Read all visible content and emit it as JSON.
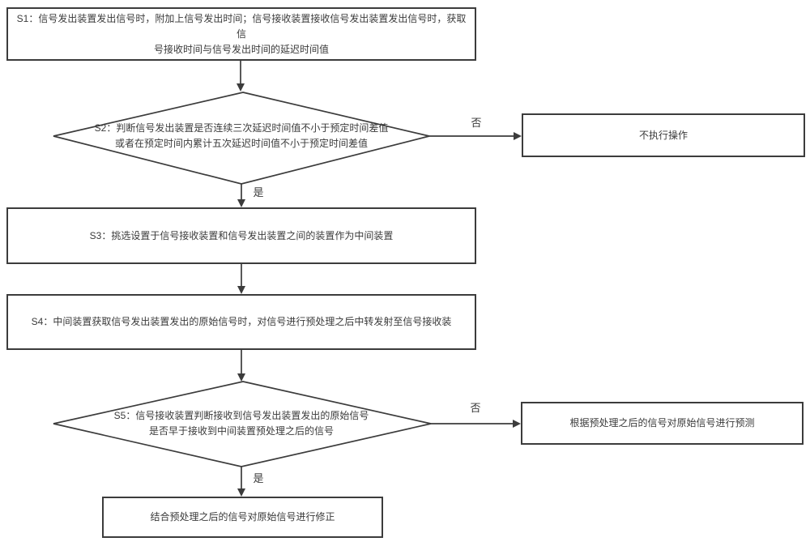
{
  "diagram": {
    "type": "flowchart",
    "title": "信号传输延迟处理流程图",
    "colors": {
      "line": "#3c3c3c",
      "text": "#3a3a3a",
      "background": "#ffffff",
      "node_fill": "#ffffff"
    },
    "nodes": {
      "s1": {
        "shape": "rect",
        "label": "S1：信号发出装置发出信号时，附加上信号发出时间；信号接收装置接收信号发出装置发出信号时，获取信\n号接收时间与信号发出时间的延迟时间值"
      },
      "s2": {
        "shape": "diamond",
        "label": "S2：判断信号发出装置是否连续三次延迟时间值不小于预定时间差值\n或者在预定时间内累计五次延迟时间值不小于预定时间差值"
      },
      "noop": {
        "shape": "rect",
        "label": "不执行操作"
      },
      "s3": {
        "shape": "rect",
        "label": "S3：挑选设置于信号接收装置和信号发出装置之间的装置作为中间装置"
      },
      "s4": {
        "shape": "rect",
        "label": "S4：中间装置获取信号发出装置发出的原始信号时，对信号进行预处理之后中转发射至信号接收装"
      },
      "s5": {
        "shape": "diamond",
        "label": "S5：信号接收装置判断接收到信号发出装置发出的原始信号\n是否早于接收到中间装置预处理之后的信号"
      },
      "predict": {
        "shape": "rect",
        "label": "根据预处理之后的信号对原始信号进行预测"
      },
      "correct": {
        "shape": "rect",
        "label": "结合预处理之后的信号对原始信号进行修正"
      }
    },
    "edges": [
      {
        "from": "s1",
        "to": "s2",
        "label": ""
      },
      {
        "from": "s2",
        "to": "noop",
        "label": "否"
      },
      {
        "from": "s2",
        "to": "s3",
        "label": "是"
      },
      {
        "from": "s3",
        "to": "s4",
        "label": ""
      },
      {
        "from": "s4",
        "to": "s5",
        "label": ""
      },
      {
        "from": "s5",
        "to": "predict",
        "label": "否"
      },
      {
        "from": "s5",
        "to": "correct",
        "label": "是"
      }
    ]
  }
}
